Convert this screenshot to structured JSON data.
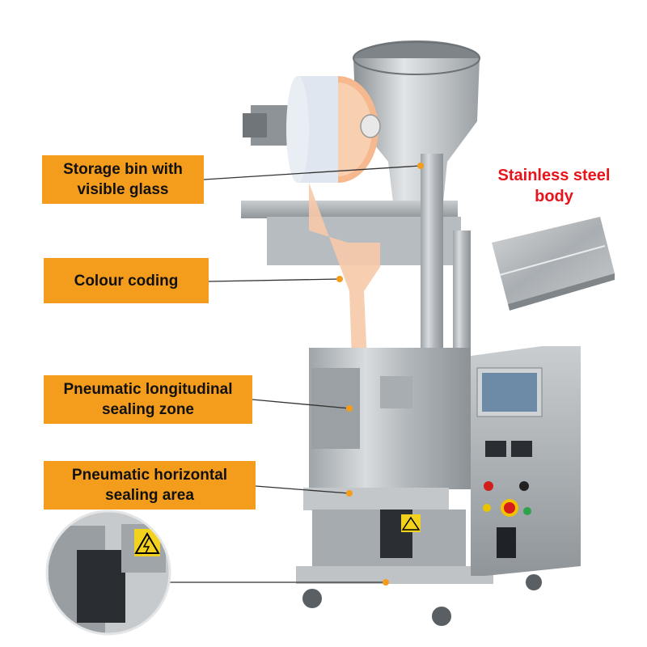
{
  "colors": {
    "callout_bg": "#f49c1c",
    "callout_text": "#111111",
    "steel_title": "#e8141b",
    "leader_line": "#333333"
  },
  "callouts": [
    {
      "lines": [
        "Storage bin with",
        "visible glass"
      ]
    },
    {
      "lines": [
        "Colour coding"
      ]
    },
    {
      "lines": [
        "Pneumatic longitudinal",
        "sealing zone"
      ]
    },
    {
      "lines": [
        "Pneumatic horizontal",
        "sealing area"
      ]
    }
  ],
  "steel": {
    "lines": [
      "Stainless steel",
      "body"
    ]
  },
  "icons": {
    "warning": "high-voltage-warning-icon",
    "emergency": "emergency-stop-icon"
  }
}
